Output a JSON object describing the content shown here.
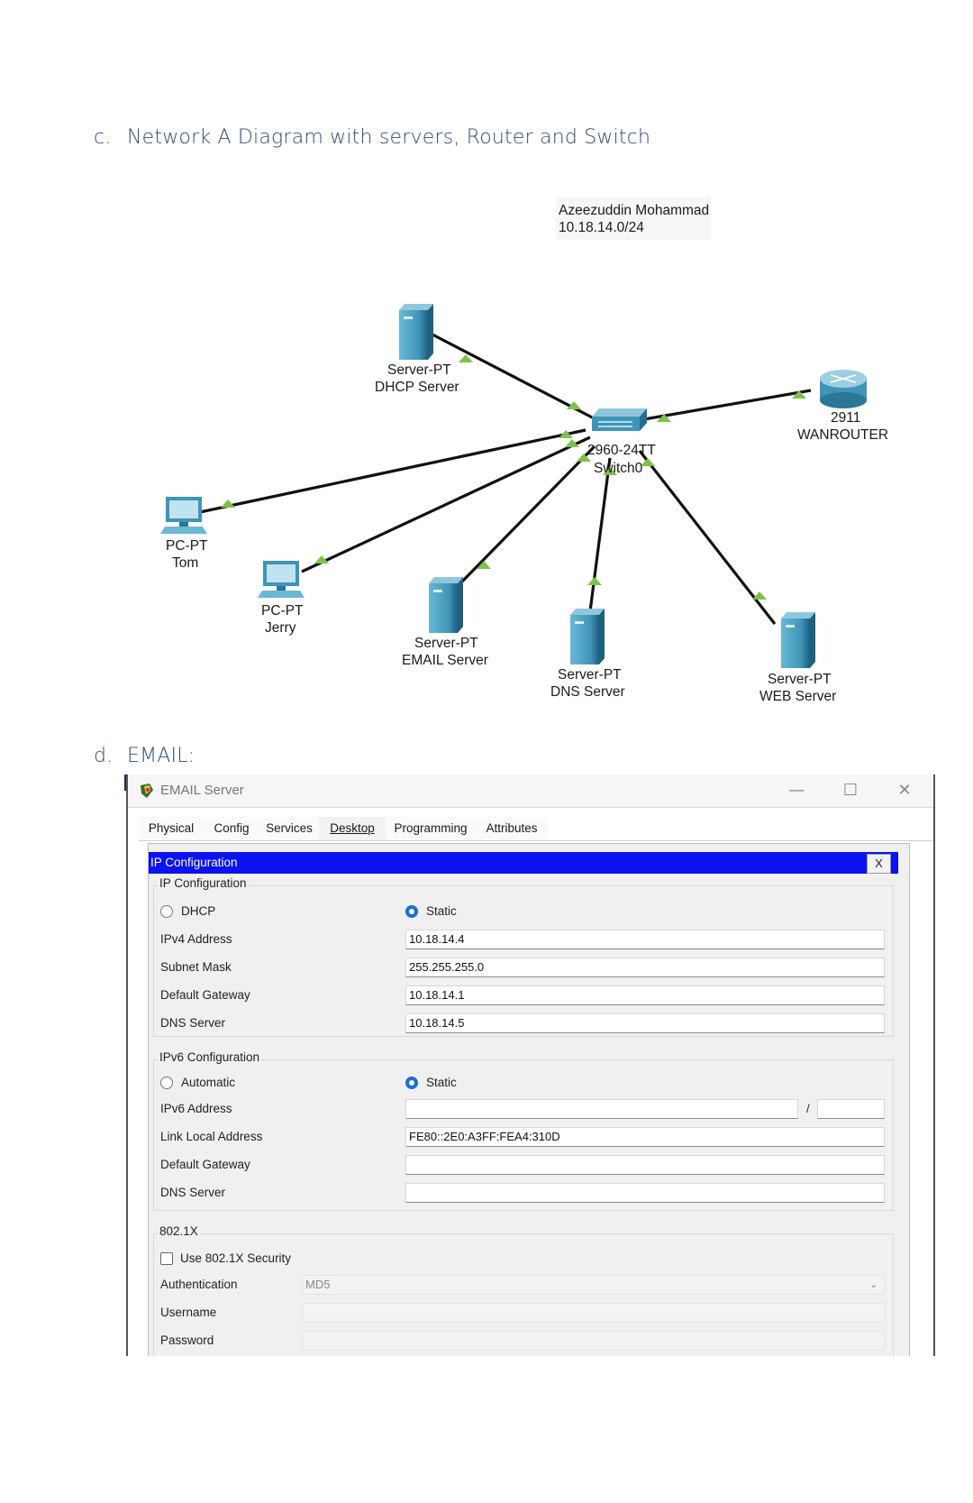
{
  "headings": {
    "c": {
      "index": "c.",
      "text": "Network A Diagram with servers, Router and Switch"
    },
    "d": {
      "index": "d.",
      "text": "EMAIL:"
    }
  },
  "diagram": {
    "note": {
      "line1": "Azeezuddin Mohammad",
      "line2": "10.18.14.0/24"
    },
    "switch": {
      "line1": "2960-24TT",
      "line2": "Switch0"
    },
    "router": {
      "line1": "2911",
      "line2": "WANROUTER"
    },
    "dhcp_server": {
      "line1": "Server-PT",
      "line2": "DHCP Server"
    },
    "pc_tom": {
      "line1": "PC-PT",
      "line2": "Tom"
    },
    "pc_jerry": {
      "line1": "PC-PT",
      "line2": "Jerry"
    },
    "email_server": {
      "line1": "Server-PT",
      "line2": "EMAIL Server"
    },
    "dns_server": {
      "line1": "Server-PT",
      "line2": "DNS Server"
    },
    "web_server": {
      "line1": "Server-PT",
      "line2": "WEB Server"
    },
    "colors": {
      "link": "#111111",
      "link_light": "#7cc24a",
      "device": "#3f94b8"
    }
  },
  "window": {
    "title": "EMAIL Server",
    "controls": {
      "minimize": "—",
      "maximize": "☐",
      "close": "✕"
    },
    "tabs": [
      "Physical",
      "Config",
      "Services",
      "Desktop",
      "Programming",
      "Attributes"
    ],
    "active_tab": "Desktop",
    "ip_bar": {
      "title": "IP Configuration",
      "close": "X"
    },
    "ipv4": {
      "group": "IP Configuration",
      "dhcp": "DHCP",
      "static": "Static",
      "mode": "Static",
      "ipv4_label": "IPv4 Address",
      "ipv4_value": "10.18.14.4",
      "mask_label": "Subnet Mask",
      "mask_value": "255.255.255.0",
      "gateway_label": "Default Gateway",
      "gateway_value": "10.18.14.1",
      "dns_label": "DNS Server",
      "dns_value": "10.18.14.5"
    },
    "ipv6": {
      "group": "IPv6 Configuration",
      "automatic": "Automatic",
      "static": "Static",
      "mode": "Static",
      "address_label": "IPv6 Address",
      "address_value": "",
      "prefix_sep": "/",
      "prefix_value": "",
      "link_local_label": "Link Local Address",
      "link_local_value": "FE80::2E0:A3FF:FEA4:310D",
      "gateway_label": "Default Gateway",
      "gateway_value": "",
      "dns_label": "DNS Server",
      "dns_value": ""
    },
    "dot1x": {
      "group": "802.1X",
      "use_label": "Use 802.1X Security",
      "use_checked": false,
      "auth_label": "Authentication",
      "auth_value": "MD5",
      "user_label": "Username",
      "user_value": "",
      "pass_label": "Password",
      "pass_value": ""
    }
  }
}
